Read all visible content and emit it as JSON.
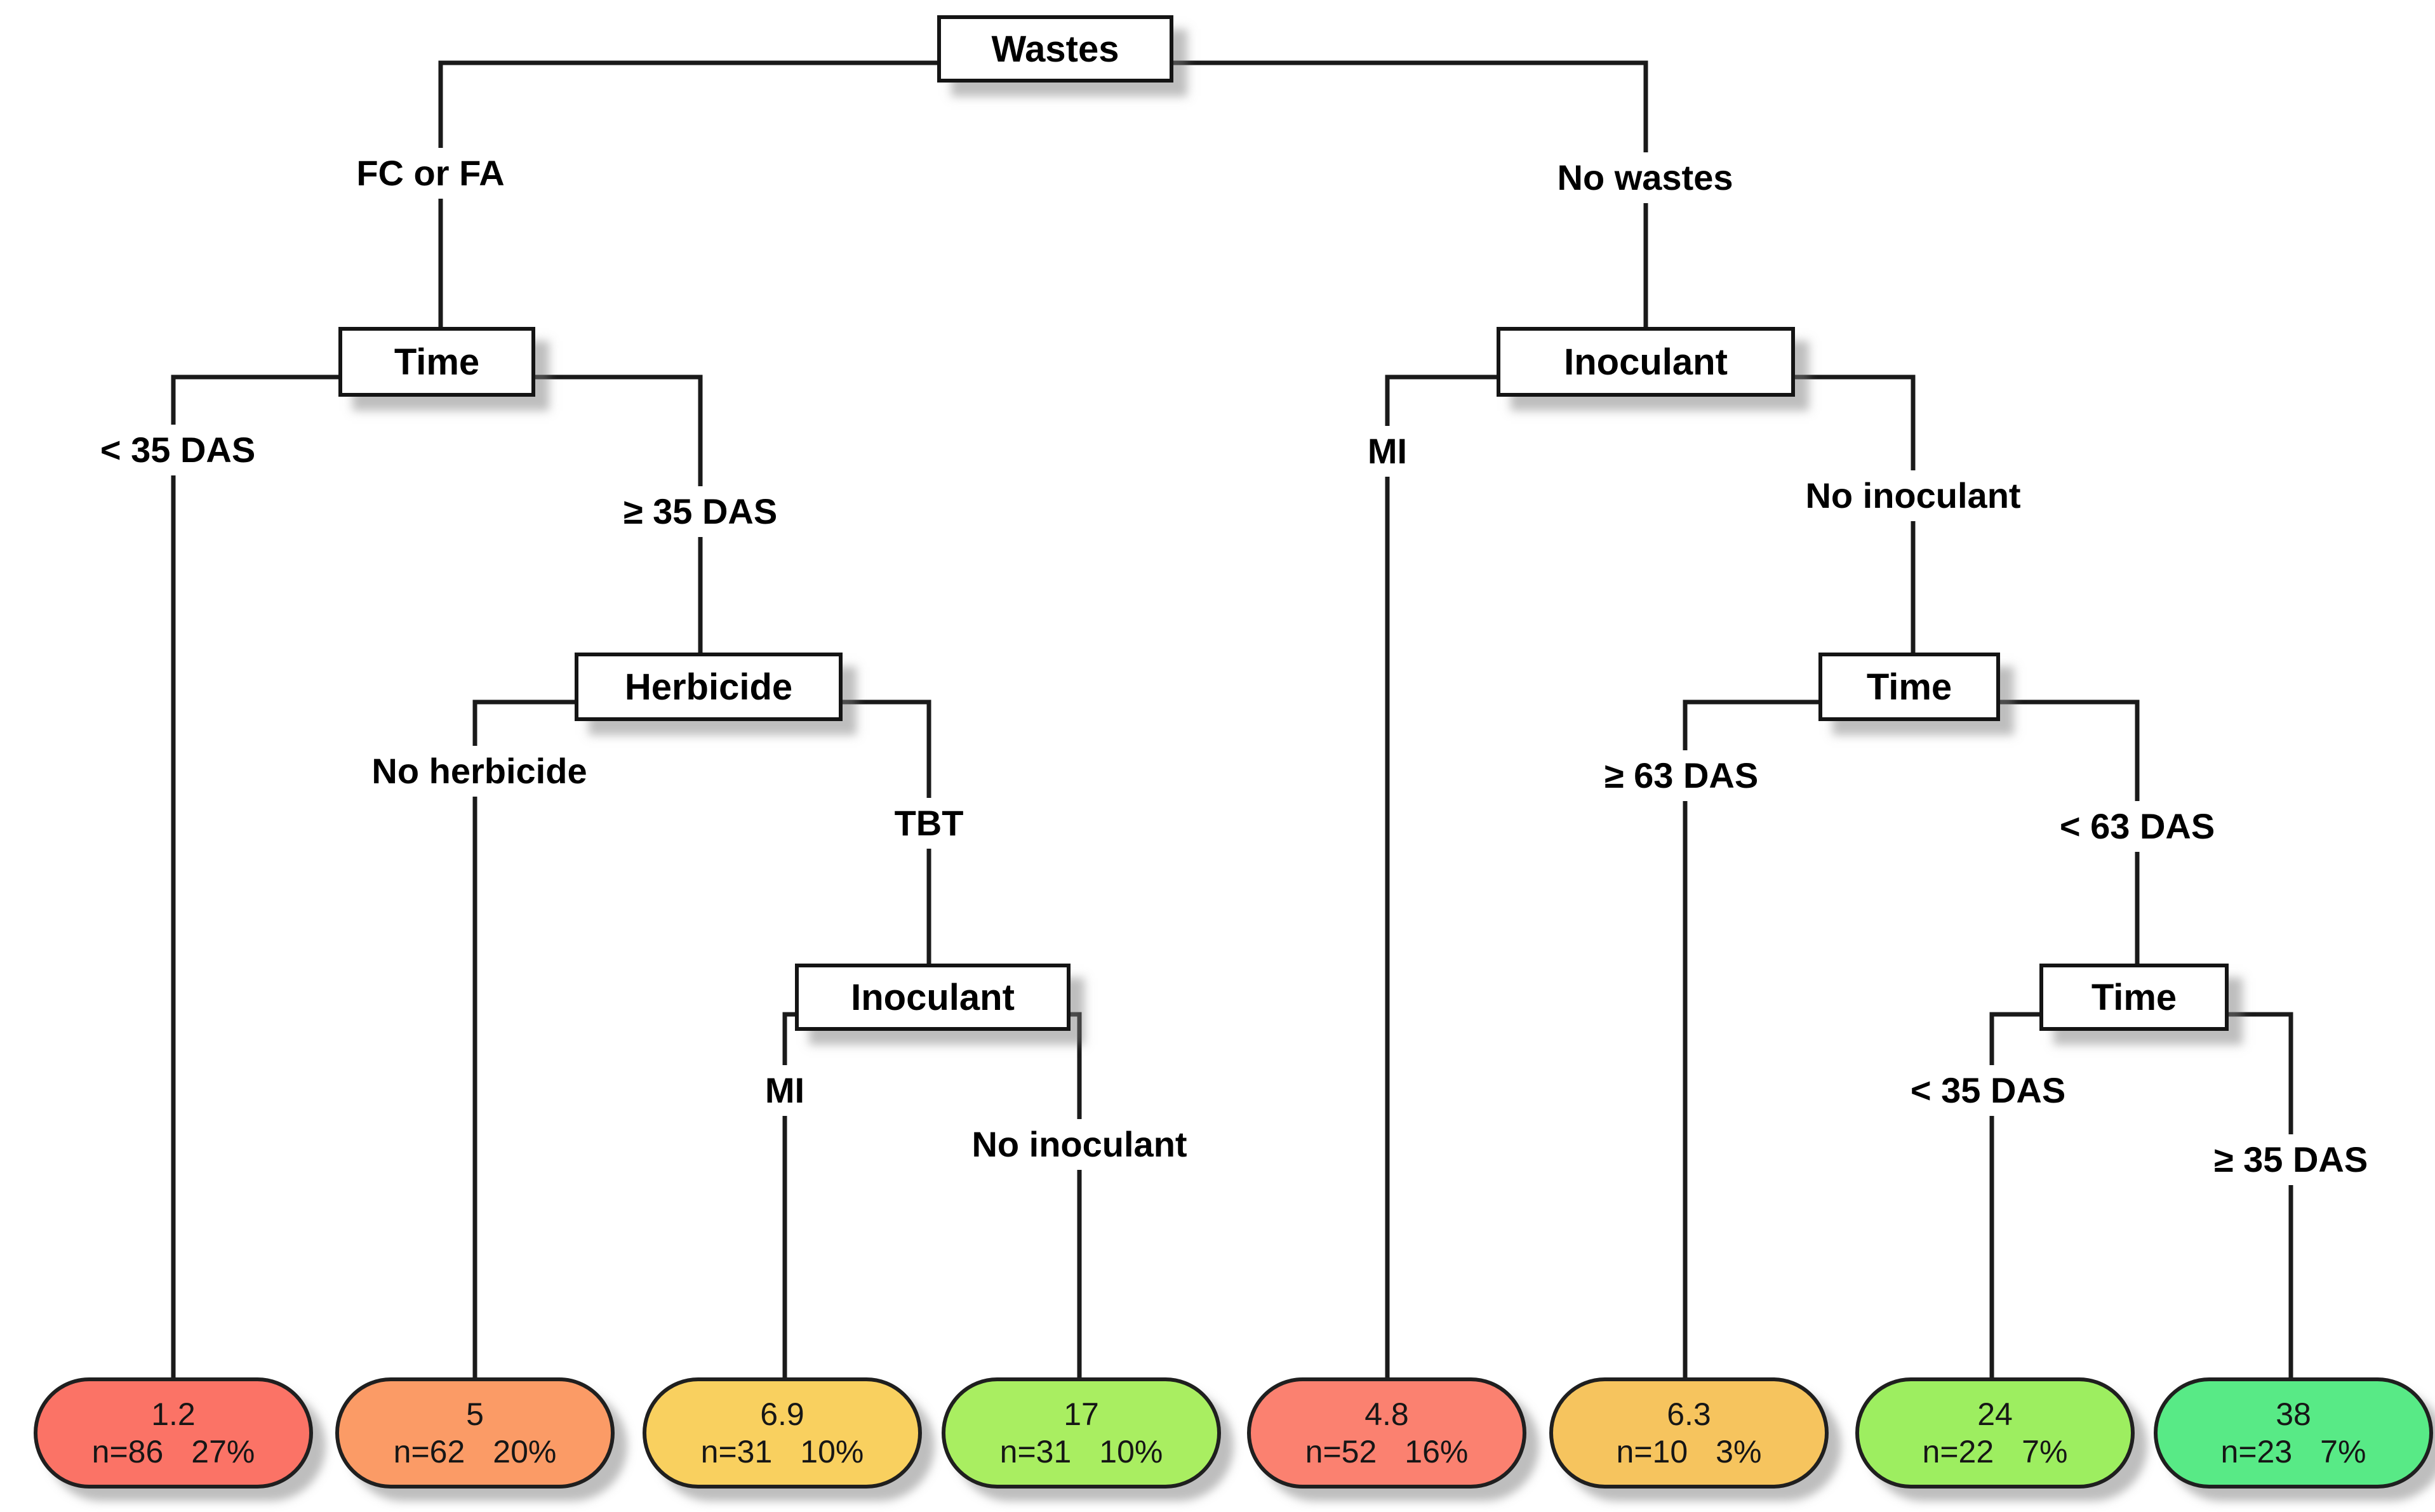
{
  "background": "#ffffff",
  "line_color": "#1a1a1a",
  "nodes": [
    {
      "id": "wastes",
      "label": "Wastes"
    },
    {
      "id": "time-left",
      "label": "Time"
    },
    {
      "id": "herbicide",
      "label": "Herbicide"
    },
    {
      "id": "inoculant-left",
      "label": "Inoculant"
    },
    {
      "id": "inoculant-right",
      "label": "Inoculant"
    },
    {
      "id": "time-right-upper",
      "label": "Time"
    },
    {
      "id": "time-right-lower",
      "label": "Time"
    }
  ],
  "branches": [
    {
      "label": "FC or FA"
    },
    {
      "label": "< 35 DAS"
    },
    {
      "label": "≥ 35 DAS"
    },
    {
      "label": "No herbicide"
    },
    {
      "label": "TBT"
    },
    {
      "label": "MI"
    },
    {
      "label": "No inoculant"
    },
    {
      "label": "No wastes"
    },
    {
      "label": "MI"
    },
    {
      "label": "No inoculant"
    },
    {
      "label": "≥ 63 DAS"
    },
    {
      "label": "< 63 DAS"
    },
    {
      "label": "< 35 DAS"
    },
    {
      "label": "≥ 35 DAS"
    }
  ],
  "leaves": [
    {
      "value": "1.2",
      "n": "n=86",
      "pct": "27%",
      "color": "#fb7366"
    },
    {
      "value": "5",
      "n": "n=62",
      "pct": "20%",
      "color": "#fb9b66"
    },
    {
      "value": "6.9",
      "n": "n=31",
      "pct": "10%",
      "color": "#f9d05f"
    },
    {
      "value": "17",
      "n": "n=31",
      "pct": "10%",
      "color": "#a9ee61"
    },
    {
      "value": "4.8",
      "n": "n=52",
      "pct": "16%",
      "color": "#fb8170"
    },
    {
      "value": "6.3",
      "n": "n=10",
      "pct": "3%",
      "color": "#f6c45e"
    },
    {
      "value": "24",
      "n": "n=22",
      "pct": "7%",
      "color": "#9dee60"
    },
    {
      "value": "38",
      "n": "n=23",
      "pct": "7%",
      "color": "#58ea86"
    }
  ],
  "tree": {
    "node": "Wastes",
    "children": [
      {
        "branch": "FC or FA",
        "node": "Time",
        "children": [
          {
            "branch": "< 35 DAS",
            "leaf": {
              "value": "1.2",
              "n": "n=86",
              "pct": "27%"
            }
          },
          {
            "branch": "≥ 35 DAS",
            "node": "Herbicide",
            "children": [
              {
                "branch": "No herbicide",
                "leaf": {
                  "value": "5",
                  "n": "n=62",
                  "pct": "20%"
                }
              },
              {
                "branch": "TBT",
                "node": "Inoculant",
                "children": [
                  {
                    "branch": "MI",
                    "leaf": {
                      "value": "6.9",
                      "n": "n=31",
                      "pct": "10%"
                    }
                  },
                  {
                    "branch": "No inoculant",
                    "leaf": {
                      "value": "17",
                      "n": "n=31",
                      "pct": "10%"
                    }
                  }
                ]
              }
            ]
          }
        ]
      },
      {
        "branch": "No wastes",
        "node": "Inoculant",
        "children": [
          {
            "branch": "MI",
            "leaf": {
              "value": "4.8",
              "n": "n=52",
              "pct": "16%"
            }
          },
          {
            "branch": "No inoculant",
            "node": "Time",
            "children": [
              {
                "branch": "≥ 63 DAS",
                "leaf": {
                  "value": "6.3",
                  "n": "n=10",
                  "pct": "3%"
                }
              },
              {
                "branch": "< 63 DAS",
                "node": "Time",
                "children": [
                  {
                    "branch": "< 35 DAS",
                    "leaf": {
                      "value": "24",
                      "n": "n=22",
                      "pct": "7%"
                    }
                  },
                  {
                    "branch": "≥ 35 DAS",
                    "leaf": {
                      "value": "38",
                      "n": "n=23",
                      "pct": "7%"
                    }
                  }
                ]
              }
            ]
          }
        ]
      }
    ]
  }
}
